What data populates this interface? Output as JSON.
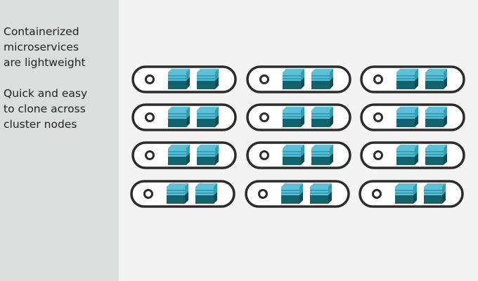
{
  "sidebar": {
    "caption_1": "Containerized\nmicroservices\nare lightweight",
    "caption_2": "Quick and easy\nto clone across\ncluster nodes"
  },
  "grid": {
    "rows": 4,
    "columns": 3,
    "containers_per_node": 2
  },
  "colors": {
    "sidebar_background": "#dcdddd",
    "canvas_background": "#f3f3f3",
    "node_outline": "#2b2b2b",
    "node_fill": "#ffffff",
    "container_top": "#5ebfd5",
    "container_stripe": "#2e9fba",
    "container_front": "#11646d",
    "container_side": "#0c4c54"
  },
  "icons": {
    "node": "server-node-icon",
    "power_led": "ring-icon",
    "container": "cube-stack-icon"
  }
}
